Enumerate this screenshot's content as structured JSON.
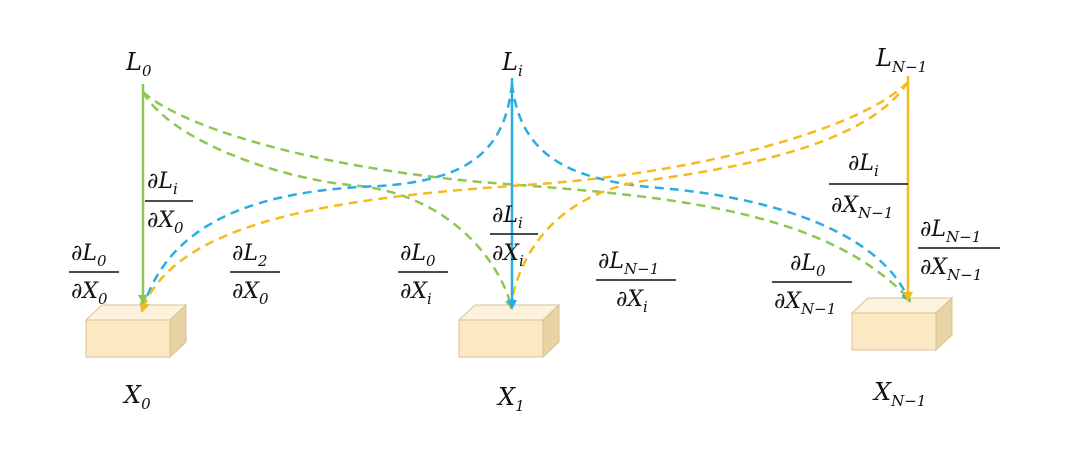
{
  "colors": {
    "green": "#8cc751",
    "blue": "#29aee3",
    "orange": "#f5bb1c",
    "box_front": "#fbe9c4",
    "box_top": "#fdf2db",
    "box_side": "#e8d3a4",
    "box_edge": "#d8c195",
    "text": "#111111"
  },
  "losses": [
    {
      "base": "L",
      "sub": "0"
    },
    {
      "base": "L",
      "sub": "i"
    },
    {
      "base": "L",
      "sub": "N−1"
    }
  ],
  "inputs": [
    {
      "base": "X",
      "sub": "0"
    },
    {
      "base": "X",
      "sub": "1"
    },
    {
      "base": "X",
      "sub": "N−1"
    }
  ],
  "gradients": [
    {
      "num_sub": "i",
      "den_sub": "0"
    },
    {
      "num_sub": "0",
      "den_sub": "0"
    },
    {
      "num_sub": "2",
      "den_sub": "0"
    },
    {
      "num_sub": "i",
      "den_sub": "i"
    },
    {
      "num_sub": "0",
      "den_sub": "i"
    },
    {
      "num_sub": "N−1",
      "den_sub": "i"
    },
    {
      "num_sub": "i",
      "den_sub": "N−1"
    },
    {
      "num_sub": "0",
      "den_sub": "N−1"
    },
    {
      "num_sub": "N−1",
      "den_sub": "N−1"
    }
  ]
}
